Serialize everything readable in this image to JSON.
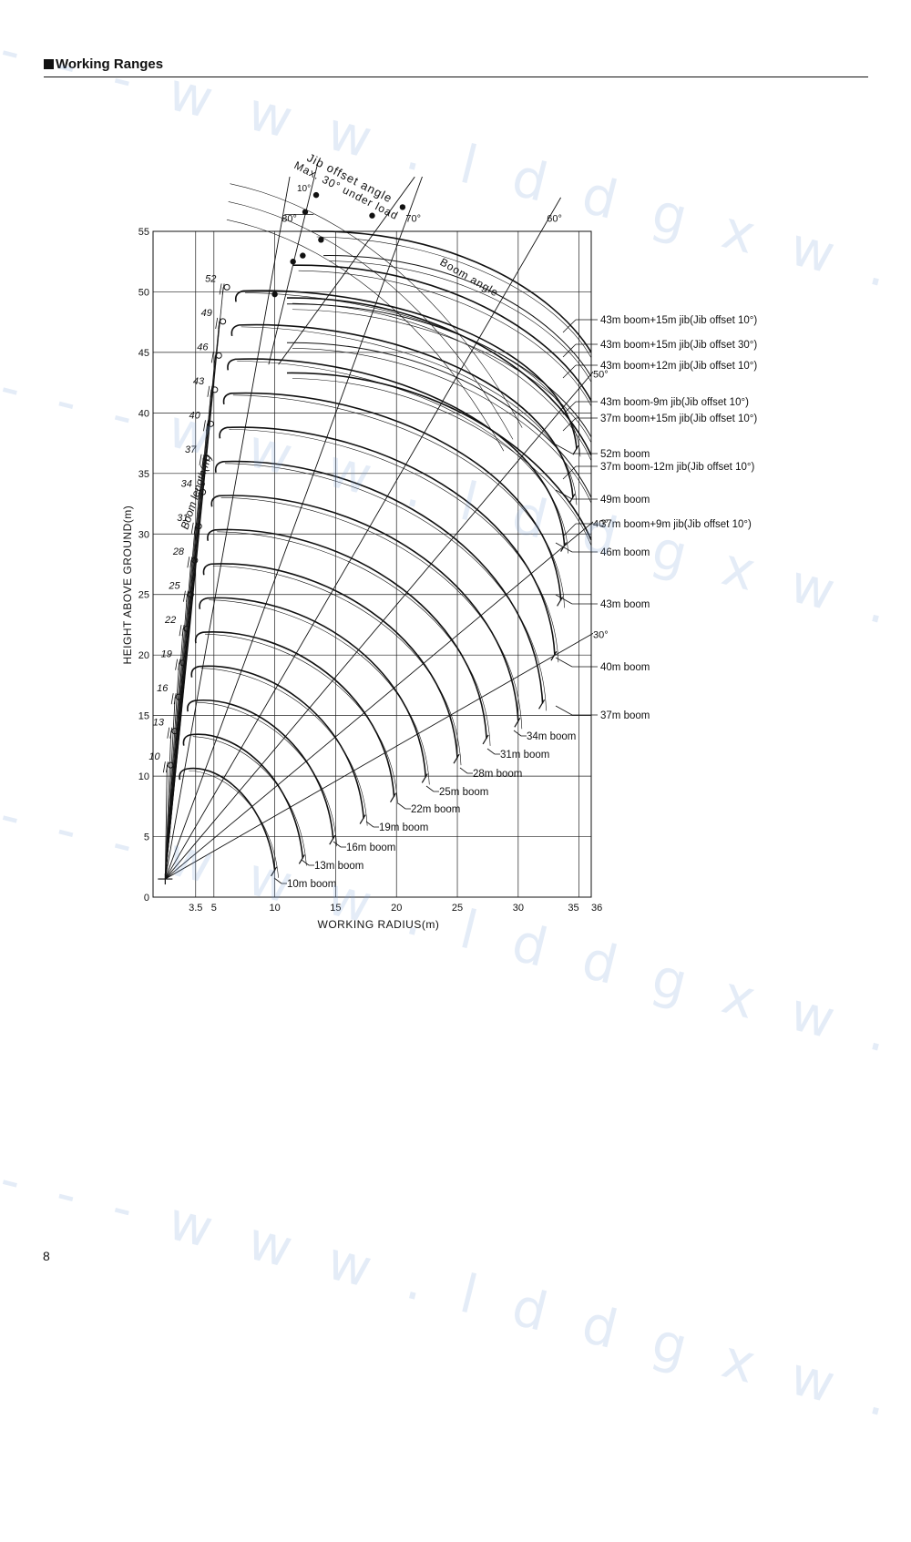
{
  "header": {
    "title": "Working Ranges"
  },
  "page": {
    "number": "8"
  },
  "watermark": {
    "text": "- - - w w w . l d d g x w . c o m - - - -"
  },
  "chart_data": {
    "type": "line",
    "title": "",
    "xlabel": "WORKING RADIUS(m)",
    "ylabel": "HEIGHT ABOVE GROUND(m)",
    "xlim": [
      0,
      36
    ],
    "ylim": [
      0,
      55
    ],
    "x_ticks": [
      "3.5",
      "5",
      "10",
      "15",
      "20",
      "25",
      "30",
      "35",
      "36"
    ],
    "x_tick_values": [
      3.5,
      5,
      10,
      15,
      20,
      25,
      30,
      35,
      36
    ],
    "y_ticks": [
      "0",
      "5",
      "10",
      "15",
      "20",
      "25",
      "30",
      "35",
      "40",
      "45",
      "50",
      "55"
    ],
    "y_tick_values": [
      0,
      5,
      10,
      15,
      20,
      25,
      30,
      35,
      40,
      45,
      50,
      55
    ],
    "grid": true,
    "pivot": {
      "x": 1.0,
      "y": 1.5
    },
    "boom_length_axis_label": "Boom length(m)",
    "boom_angle_label": "Boom angle",
    "boom_angles": [
      {
        "angle": 80,
        "label": "80°"
      },
      {
        "angle": 70,
        "label": "70°"
      },
      {
        "angle": 60,
        "label": "60°"
      },
      {
        "angle": 50,
        "label": "50°"
      },
      {
        "angle": 40,
        "label": "40°"
      },
      {
        "angle": 30,
        "label": "30°"
      }
    ],
    "jib_offset_note": {
      "line1": "Jib offset angle",
      "line2": "Max. 30° under load",
      "offset_label": "10°"
    },
    "boom_curves": [
      {
        "length": 10,
        "label": "10",
        "legend": "10m boom",
        "end": [
          10.0,
          2.2
        ]
      },
      {
        "length": 13,
        "label": "13",
        "legend": "13m boom",
        "end": [
          12.3,
          3.2
        ]
      },
      {
        "length": 16,
        "label": "16",
        "legend": "16m boom",
        "end": [
          14.8,
          4.8
        ]
      },
      {
        "length": 19,
        "label": "19",
        "legend": "19m boom",
        "end": [
          17.3,
          6.5
        ]
      },
      {
        "length": 22,
        "label": "22",
        "legend": "22m boom",
        "end": [
          19.8,
          8.3
        ]
      },
      {
        "length": 25,
        "label": "25",
        "legend": "25m boom",
        "end": [
          22.4,
          9.9
        ]
      },
      {
        "length": 28,
        "label": "28",
        "legend": "28m boom",
        "end": [
          25.0,
          11.5
        ]
      },
      {
        "length": 31,
        "label": "31",
        "legend": "31m boom",
        "end": [
          27.4,
          13.1
        ]
      },
      {
        "length": 34,
        "label": "34",
        "legend": "34m boom",
        "end": [
          30.0,
          14.5
        ]
      },
      {
        "length": 37,
        "label": "37",
        "legend": "37m boom",
        "end": [
          32.0,
          16.0
        ]
      },
      {
        "length": 40,
        "label": "40",
        "legend": "40m boom",
        "end": [
          33.0,
          20.0
        ]
      },
      {
        "length": 43,
        "label": "43",
        "legend": "43m boom",
        "end": [
          33.5,
          24.5
        ]
      },
      {
        "length": 46,
        "label": "46",
        "legend": "46m boom",
        "end": [
          33.8,
          29.0
        ]
      },
      {
        "length": 49,
        "label": "49",
        "legend": "49m boom",
        "end": [
          34.5,
          33.0
        ]
      },
      {
        "length": 52,
        "label": "52",
        "legend": "52m boom",
        "end": [
          34.8,
          37.0
        ]
      }
    ],
    "jib_curves": [
      {
        "legend": "43m boom+15m jib(Jib offset 10°)",
        "start": [
          13.0,
          55.0
        ],
        "end": [
          36.0,
          45.0
        ]
      },
      {
        "legend": "43m boom+15m jib(Jib offset 30°)",
        "start": [
          14.0,
          53.0
        ],
        "end": [
          36.0,
          43.0
        ]
      },
      {
        "legend": "43m boom+12m jib(Jib offset 10°)",
        "start": [
          11.5,
          52.2
        ],
        "end": [
          36.0,
          41.0
        ]
      },
      {
        "legend": "43m boom-9m jib(Jib offset 10°)",
        "start": [
          11.0,
          49.0
        ],
        "end": [
          36.0,
          38.0
        ]
      },
      {
        "legend": "37m boom+15m jib(Jib offset 10°)",
        "start": [
          11.0,
          49.5
        ],
        "end": [
          36.0,
          36.5
        ]
      },
      {
        "legend": "37m boom-12m jib(Jib offset 10°)",
        "start": [
          11.0,
          45.8
        ],
        "end": [
          36.0,
          33.0
        ]
      },
      {
        "legend": "37m boom+9m jib(Jib offset 10°)",
        "start": [
          11.0,
          43.3
        ],
        "end": [
          36.0,
          29.5
        ]
      }
    ]
  }
}
